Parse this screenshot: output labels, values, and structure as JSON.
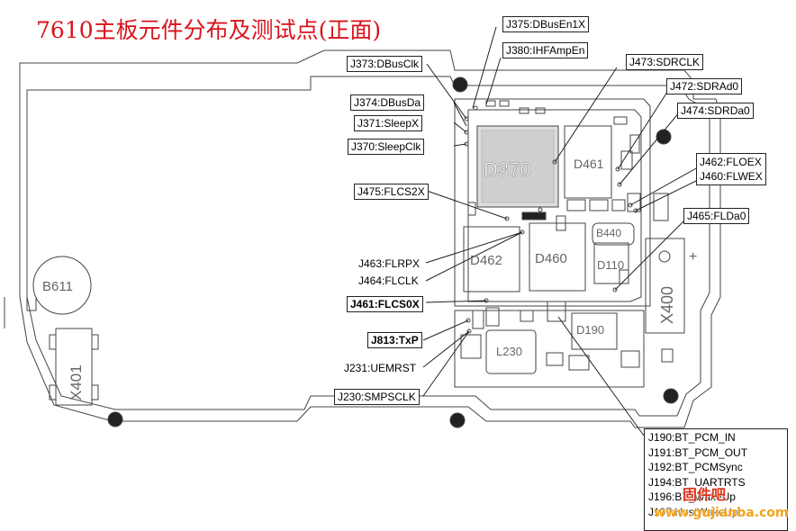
{
  "title": "7610主板元件分布及测试点(正面)",
  "colors": {
    "title": "#d8131b",
    "line": "#333333",
    "watermark_red": "#e0311a",
    "watermark_orange": "#f3a318"
  },
  "components": {
    "b611": "B611",
    "x401": "X401",
    "d370": "D370",
    "d461": "D461",
    "d462": "D462",
    "d460": "D460",
    "d110": "D110",
    "b440": "B440",
    "d190": "D190",
    "l230": "L230",
    "x400": "X400",
    "x400_mark": "+"
  },
  "labels": {
    "j375": "J375:DBusEn1X",
    "j380": "J380:IHFAmpEn",
    "j373": "J373:DBusClk",
    "j473": "J473:SDRCLK",
    "j472": "J472:SDRAd0",
    "j374": "J374:DBusDa",
    "j474": "J474:SDRDa0",
    "j371": "J371:SleepX",
    "j370": "J370:SleepClk",
    "j462": "J462:FLOEX",
    "j460": "J460:FLWEX",
    "j475": "J475:FLCS2X",
    "j465": "J465:FLDa0",
    "j463": "J463:FLRPX",
    "j464": "J464:FLCLK",
    "j461": "J461:FLCS0X",
    "j813": "J813:TxP",
    "j231": "J231:UEMRST",
    "j230": "J230:SMPSCLK"
  },
  "bt_labels": [
    "J190:BT_PCM_IN",
    "J191:BT_PCM_OUT",
    "J192:BT_PCMSync",
    "J194:BT_UARTRTS",
    "J196:BT_WakeUp",
    "J197:HostWakeUp"
  ],
  "watermark": {
    "cn": "固件吧",
    "url": "www.gujianba.com"
  }
}
